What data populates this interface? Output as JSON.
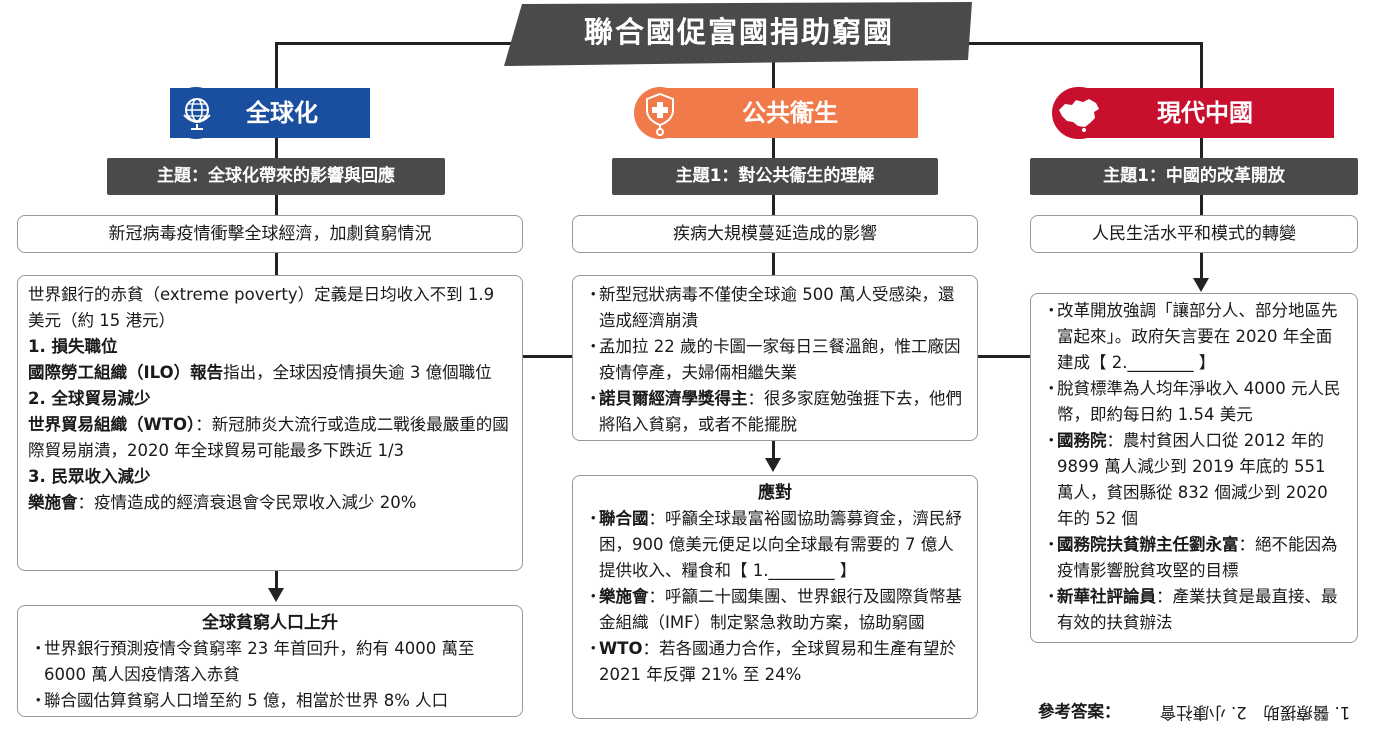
{
  "title": "聯合國促富國捐助窮國",
  "columns": {
    "left": {
      "banner": "全球化",
      "theme": "主題：全球化帶來的影響與回應",
      "issue": "新冠病毒疫情衝擊全球經濟，加劇貧窮情況",
      "detail": {
        "intro": "世界銀行的赤貧（extreme poverty）定義是日均收入不到 1.9 美元（約 15 港元）",
        "h1": "1. 損失職位",
        "p1_src": "國際勞工組織（ILO）報告",
        "p1_text": "指出，全球因疫情損失逾 3 億個職位",
        "h2": "2. 全球貿易減少",
        "p2_src": "世界貿易組織（WTO）",
        "p2_text": "：新冠肺炎大流行或造成二戰後最嚴重的國際貿易崩潰，2020 年全球貿易可能最多下跌近 1/3",
        "h3": "3. 民眾收入減少",
        "p3_src": "樂施會",
        "p3_text": "：疫情造成的經濟衰退會令民眾收入減少 20%"
      },
      "result": {
        "head": "全球貧窮人口上升",
        "b1": "世界銀行預測疫情令貧窮率 23 年首回升，約有 4000 萬至 6000 萬人因疫情落入赤貧",
        "b2": "聯合國估算貧窮人口增至約 5 億，相當於世界 8% 人口"
      }
    },
    "middle": {
      "banner": "公共衞生",
      "theme": "主題1：對公共衞生的理解",
      "issue": "疾病大規模蔓延造成的影響",
      "detail": {
        "b1": "新型冠狀病毒不僅使全球逾 500 萬人受感染，還造成經濟崩潰",
        "b2": "孟加拉 22 歲的卡圖一家每日三餐溫飽，惟工廠因疫情停產，夫婦倆相繼失業",
        "b3_src": "諾貝爾經濟學獎得主",
        "b3_text": "：很多家庭勉強捱下去，他們將陷入貧窮，或者不能擺脫"
      },
      "response": {
        "head": "應對",
        "b1_src": "聯合國",
        "b1_text": "：呼籲全球最富裕國協助籌募資金，濟民紓困，900 億美元便足以向全球最有需要的 7 億人提供收入、糧食和【 1.________ 】",
        "b2_src": "樂施會",
        "b2_text": "：呼籲二十國集團、世界銀行及國際貨幣基金組織（IMF）制定緊急救助方案，協助窮國",
        "b3_src": "WTO",
        "b3_text": "：若各國通力合作，全球貿易和生產有望於 2021 年反彈 21% 至 24%"
      }
    },
    "right": {
      "banner": "現代中國",
      "theme": "主題1：中國的改革開放",
      "issue": "人民生活水平和模式的轉變",
      "detail": {
        "b1": "改革開放強調「讓部分人、部分地區先富起來」。政府矢言要在 2020 年全面建成【 2.________ 】",
        "b2": "脫貧標準為人均年淨收入 4000 元人民幣，即約每日約 1.54 美元",
        "b3_src": "國務院",
        "b3_text": "：農村貧困人口從 2012 年的 9899 萬人減少到 2019 年底的 551 萬人，貧困縣從 832 個減少到 2020 年的 52 個",
        "b4_src": "國務院扶貧辦主任劉永富",
        "b4_text": "：絕不能因為疫情影響脫貧攻堅的目標",
        "b5_src": "新華社評論員",
        "b5_text": "：產業扶貧是最直接、最有效的扶貧辦法"
      }
    }
  },
  "answer": {
    "label": "參考答案：",
    "text": "1. 醫療援助　2. 小康社會"
  },
  "colors": {
    "left_banner": "#1a4fa0",
    "middle_banner": "#f07a4a",
    "right_banner": "#c8102e",
    "theme_bar": "#4a4a4a",
    "title_bar": "#4a4a4a"
  },
  "icons": [
    "globe-icon",
    "health-shield-icon",
    "china-map-icon"
  ]
}
